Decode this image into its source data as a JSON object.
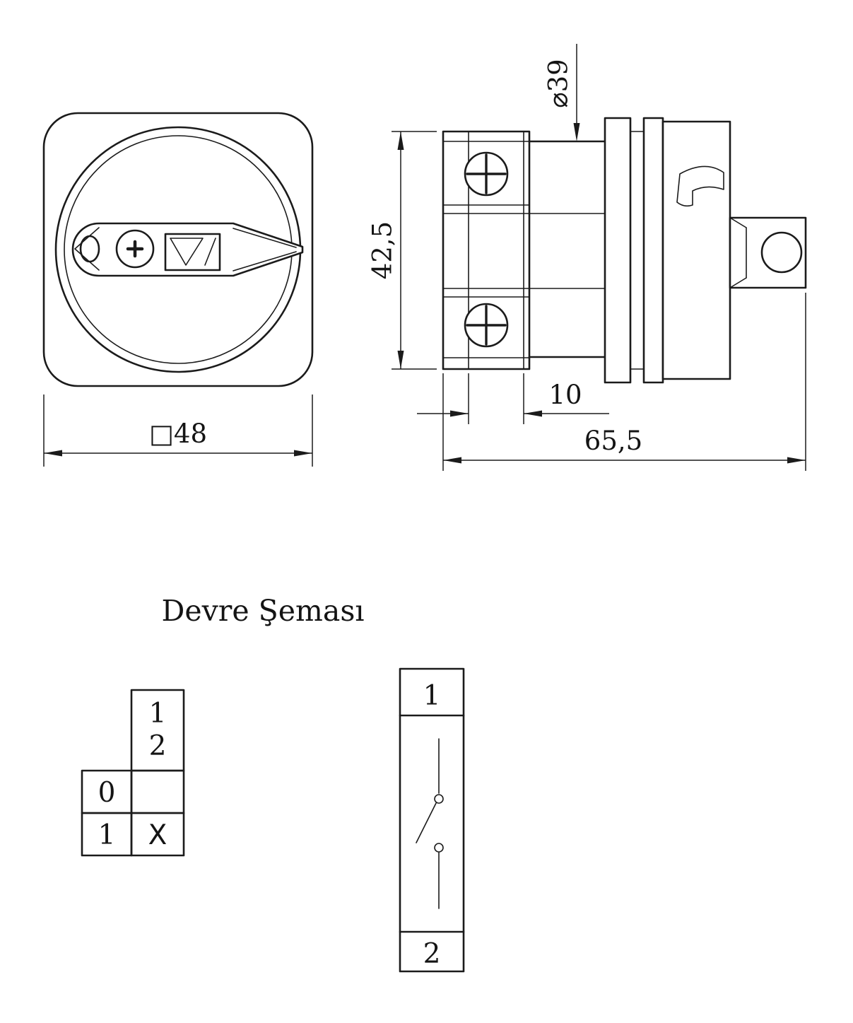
{
  "front_view": {
    "dim_square": "□48"
  },
  "side_view": {
    "dim_height": "42,5",
    "dim_diameter": "⌀39",
    "dim_terminal": "10",
    "dim_length": "65,5"
  },
  "circuit": {
    "title": "Devre Şeması",
    "table": {
      "contact_top": "1",
      "contact_bottom": "2",
      "row1_position": "0",
      "row1_state": "",
      "row2_position": "1",
      "row2_state": "X"
    },
    "switch": {
      "terminal_top": "1",
      "terminal_bottom": "2"
    }
  }
}
